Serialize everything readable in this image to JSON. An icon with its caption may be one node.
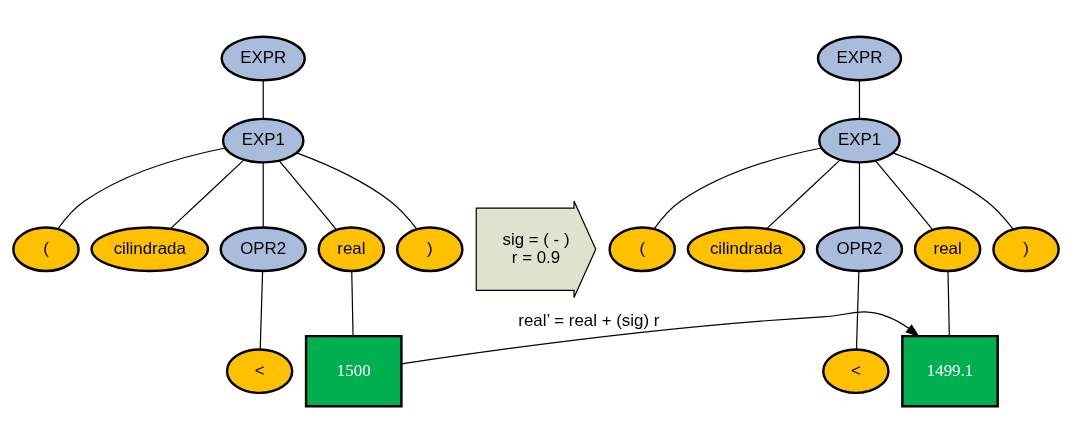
{
  "diagram": {
    "nodes": [
      {
        "text": [
          "EXPR"
        ]
      },
      {
        "text": [
          "EXP1"
        ]
      },
      {
        "text": [
          "("
        ]
      },
      {
        "text": [
          "cilindrada"
        ]
      },
      {
        "text": [
          "OPR2"
        ]
      },
      {
        "text": [
          "real"
        ]
      },
      {
        "text": [
          ")"
        ]
      },
      {
        "text": [
          "<"
        ]
      },
      {
        "text": [
          "1500"
        ]
      },
      {
        "text": [
          "sig = ( - )",
          "r = 0.9"
        ]
      },
      {
        "text": [
          "EXPR"
        ]
      },
      {
        "text": [
          "EXP1"
        ]
      },
      {
        "text": [
          "("
        ]
      },
      {
        "text": [
          "cilindrada"
        ]
      },
      {
        "text": [
          "OPR2"
        ]
      },
      {
        "text": [
          "real"
        ]
      },
      {
        "text": [
          ")"
        ]
      },
      {
        "text": [
          "<"
        ]
      },
      {
        "text": [
          "1499.1"
        ]
      }
    ],
    "edges": [
      {
        "from": 0,
        "to": 1,
        "arrow": "none"
      },
      {
        "from": 1,
        "to": 2,
        "arrow": "none"
      },
      {
        "from": 1,
        "to": 3,
        "arrow": "none"
      },
      {
        "from": 1,
        "to": 4,
        "arrow": "none"
      },
      {
        "from": 1,
        "to": 5,
        "arrow": "none"
      },
      {
        "from": 1,
        "to": 6,
        "arrow": "none"
      },
      {
        "from": 4,
        "to": 7,
        "arrow": "none"
      },
      {
        "from": 5,
        "to": 8,
        "arrow": "none"
      },
      {
        "from": 10,
        "to": 11,
        "arrow": "none"
      },
      {
        "from": 11,
        "to": 12,
        "arrow": "none"
      },
      {
        "from": 11,
        "to": 13,
        "arrow": "none"
      },
      {
        "from": 11,
        "to": 14,
        "arrow": "none"
      },
      {
        "from": 11,
        "to": 15,
        "arrow": "none"
      },
      {
        "from": 11,
        "to": 16,
        "arrow": "none"
      },
      {
        "from": 14,
        "to": 17,
        "arrow": "none"
      },
      {
        "from": 15,
        "to": 18,
        "arrow": "none"
      },
      {
        "from": 8,
        "to": 18,
        "arrow": "to",
        "label": "real’ = real + (sig) r"
      }
    ]
  }
}
